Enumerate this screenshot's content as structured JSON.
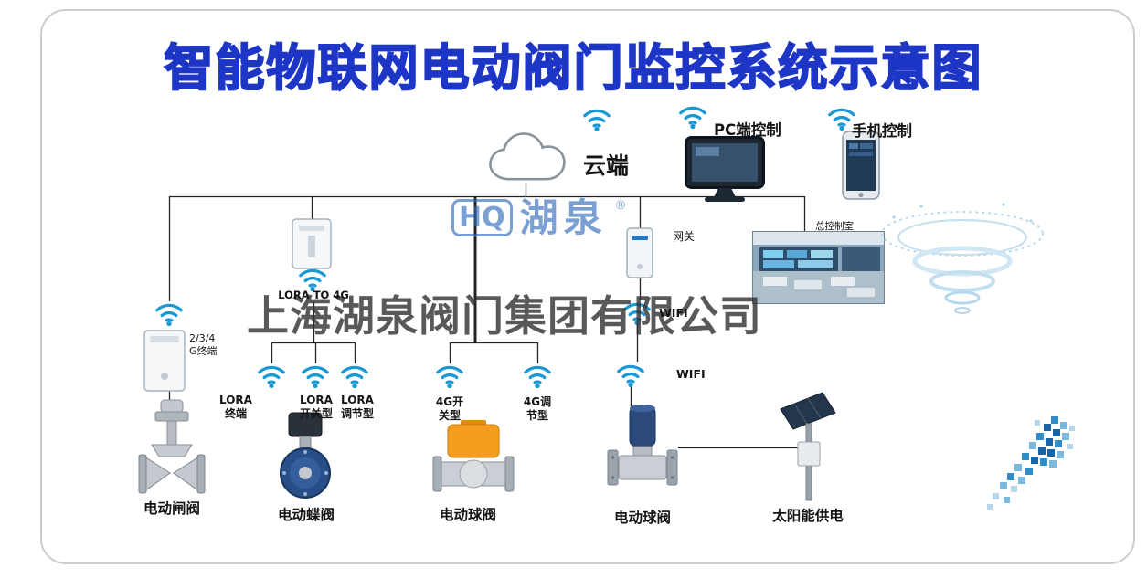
{
  "title": "智能物联网电动阀门监控系统示意图",
  "watermark": "上海湖泉阀门集团有限公司",
  "brand": {
    "monogram": "HQ",
    "name": "湖泉",
    "reg": "®"
  },
  "cloud": {
    "label": "云端"
  },
  "pc": {
    "label": "PC端控制"
  },
  "phone": {
    "label": "手机控制"
  },
  "gateway": {
    "label": "网关"
  },
  "control_room": {
    "label": "总控制室"
  },
  "wifi_labels": {
    "mid": "WIFI",
    "low": "WIFI"
  },
  "terminals": {
    "lora_gateway": {
      "label": "LORA TO 4G"
    },
    "g234": {
      "line1": "2/3/4",
      "line2": "G终端"
    },
    "lora_term": {
      "line1": "LORA",
      "line2": "终端"
    },
    "lora_switch": {
      "line1": "LORA",
      "line2": "开关型"
    },
    "lora_adjust": {
      "line1": "LORA",
      "line2": "调节型"
    },
    "g4_switch": {
      "line1": "4G开",
      "line2": "关型"
    },
    "g4_adjust": {
      "line1": "4G调",
      "line2": "节型"
    }
  },
  "devices": {
    "gate_valve": {
      "label": "电动闸阀"
    },
    "butterfly_valve": {
      "label": "电动蝶阀"
    },
    "ball_valve_orange": {
      "label": "电动球阀"
    },
    "ball_valve_blue": {
      "label": "电动球阀"
    },
    "solar_power": {
      "label": "太阳能供电"
    }
  },
  "colors": {
    "title_blue": "#1d36c6",
    "wifi_blue": "#1899d6",
    "brand_blue": "#2a66b8",
    "actuator_orange": "#f59d1f",
    "valve_navy": "#274e86",
    "line_black": "#242424",
    "watermark_gray": "#303030"
  }
}
